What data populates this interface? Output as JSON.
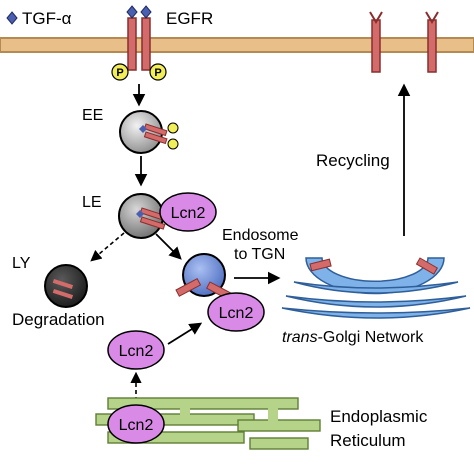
{
  "labels": {
    "ligand": "TGF-α",
    "receptor": "EGFR",
    "early_endosome": "EE",
    "late_endosome": "LE",
    "lysosome": "LY",
    "degradation": "Degradation",
    "endosome_to_tgn_line1": "Endosome",
    "endosome_to_tgn_line2": "to TGN",
    "recycling": "Recycling",
    "tgn_italic": "trans",
    "tgn_rest": "-Golgi Network",
    "er_line1": "Endoplasmic",
    "er_line2": "Reticulum",
    "phospho": "P",
    "lcn2": "Lcn2"
  },
  "colors": {
    "membrane": "#e8bf88",
    "membrane_edge": "#b58a52",
    "receptor": "#d46b6b",
    "receptor_edge": "#8a2e2e",
    "ligand": "#4a5fb0",
    "phospho": "#f2ee58",
    "lcn2": "#d98ae6",
    "lcn2_edge": "#7a3a86",
    "early_endosome": "#b8b8b8",
    "late_endosome": "#9a9a9a",
    "lysosome": "#3a3a3a",
    "transport_vesicle": "#6f8fd8",
    "golgi": "#7fb2e8",
    "golgi_edge": "#2f5f9a",
    "er": "#b6d38a",
    "er_edge": "#5f7f35"
  }
}
